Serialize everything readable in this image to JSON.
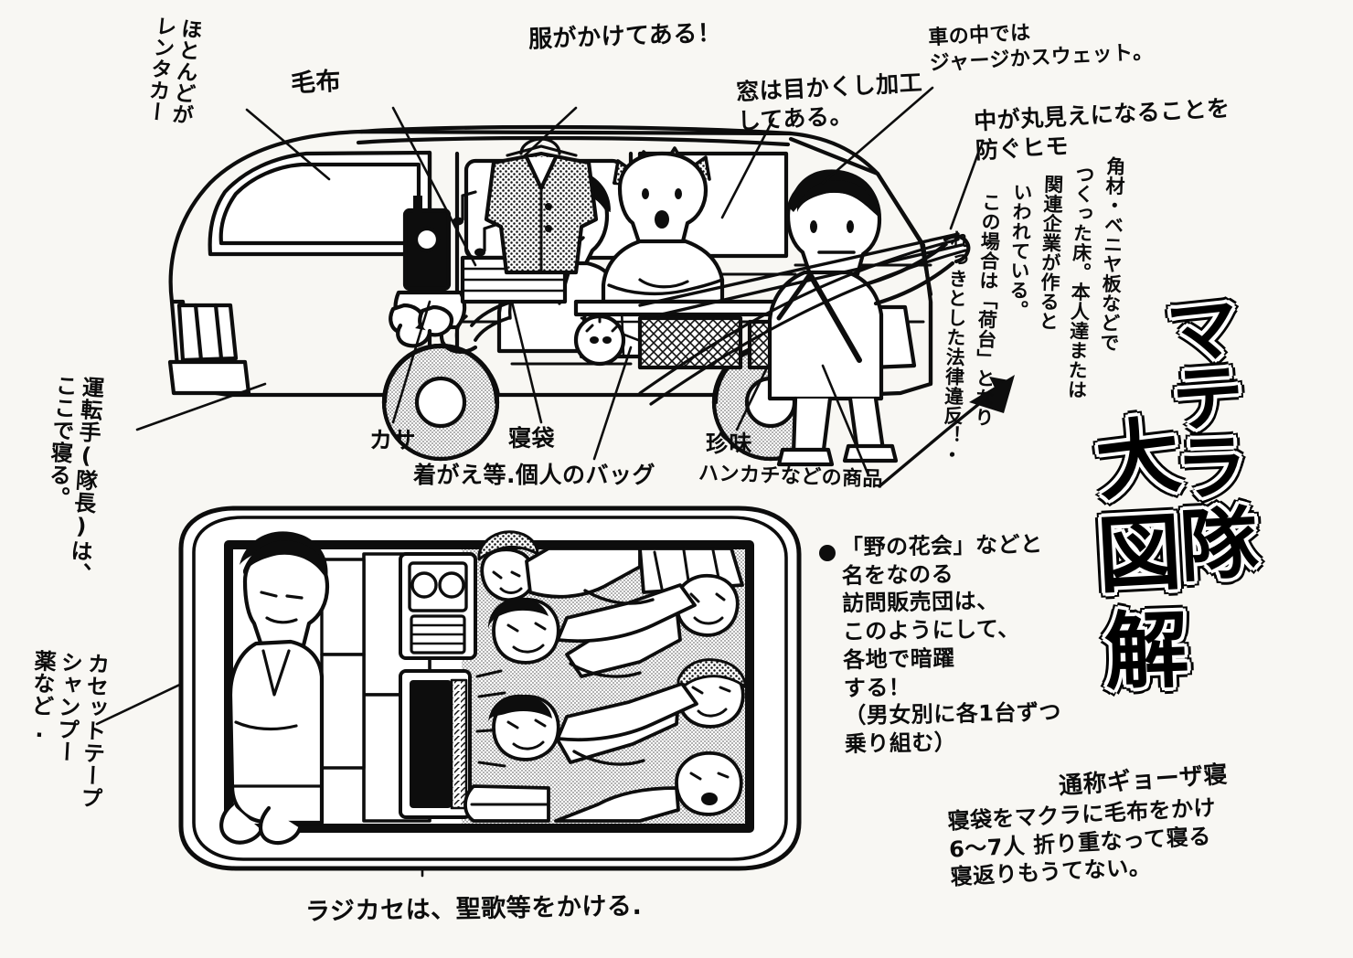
{
  "page": {
    "background_color": "#f8f7f3",
    "ink_color": "#0c0c0c",
    "kind": "hand-drawn illustrated diagram (zukai)"
  },
  "title": {
    "text": "マテラ隊大図解",
    "chars": [
      "マ",
      "テ",
      "ラ",
      "隊",
      "大",
      "図",
      "解"
    ],
    "style": "outlined bubble lettering, vertical"
  },
  "annotations": {
    "rental_car": "ほとんどが\nレンタカー",
    "blanket": "毛布",
    "clothes_hung": "服がかけてある！",
    "window_tint": "窓は目かくし加工\nしてある。",
    "in_car_wear": "車の中では\nジャージかスウェット。",
    "privacy_cord": "中が丸見えになることを\n防ぐヒモ",
    "umbrella": "カサ",
    "sleeping_bag": "寝袋",
    "personal_bags": "着がえ等.個人のバッグ",
    "delicacies": "珍味",
    "goods": "ハンカチなどの商品",
    "driver_sleeps": "運転手(隊長)は、\nここで寝る。",
    "cassette_items": "カセットテープ\nシャンプー\n薬など.",
    "radio_cassette": "ラジカセは、聖歌等をかける.",
    "floor_legal": "角材・ベニヤ板などで\nつくった床。本人達または\n関連企業が作ると\nいわれている。\nこの場合は「荷台」となり\nれっきとした法律違反！・",
    "floor_legal_columns": [
      "角材・ベニヤ板などで",
      "つくった床。本人達または",
      "関連企業が作ると",
      "いわれている。",
      "この場合は「荷台」となり",
      "れっきとした法律違反！・"
    ],
    "sales_group": "「野の花会」などと\n名をなのる\n訪問販売団は、\nこのようにして、\n各地で暗躍\nする！\n（男女別に各1台ずつ\n乗り組む）",
    "gyoza_sleep_title": "通称ギョーザ寝",
    "gyoza_sleep_body": "寝袋をマクラに毛布をかけ\n6〜7人 折り重なって寝る\n寝返りもうてない。"
  },
  "figure_parts": {
    "van_side_view": "side-view cutaway of a kei van",
    "van_top_view": "top-view of van interior with sleeping people",
    "driver": "driver at steering wheel",
    "passenger_back": "person sitting in cargo bed",
    "person_tying_cord": "person outside tying privacy cord",
    "sleepers_count": 6,
    "radio_cassette_unit": "boombox between seats",
    "wheel_front": "front wheel",
    "wheel_rear": "rear wheel"
  }
}
